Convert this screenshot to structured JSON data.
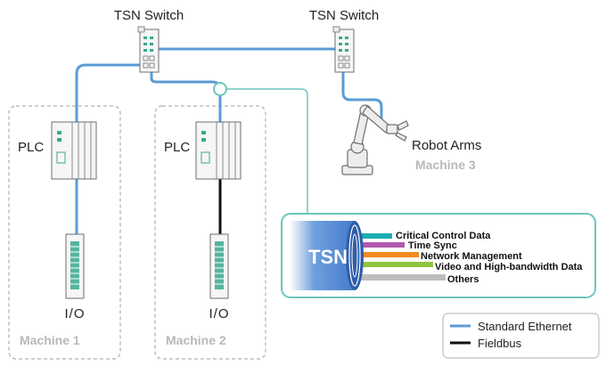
{
  "switches": [
    {
      "label": "TSN Switch"
    },
    {
      "label": "TSN Switch"
    }
  ],
  "machines": [
    {
      "label": "Machine 1",
      "controller": "PLC",
      "io": "I/O",
      "link": "Standard Ethernet"
    },
    {
      "label": "Machine 2",
      "controller": "PLC",
      "io": "I/O",
      "link": "Fieldbus"
    },
    {
      "label": "Machine 3",
      "device": "Robot Arms"
    }
  ],
  "tsn_panel": {
    "label": "TSN",
    "traffic": [
      {
        "label": "Critical Control Data",
        "color": "#1aaeb4"
      },
      {
        "label": "Time Sync",
        "color": "#b05ab0"
      },
      {
        "label": "Network Management",
        "color": "#f28a1e"
      },
      {
        "label": "Video and High-bandwidth Data",
        "color": "#8cc63f"
      },
      {
        "label": "Others",
        "color": "#bdbdbd"
      }
    ]
  },
  "legend": [
    {
      "label": "Standard Ethernet",
      "color": "#5b9bd5"
    },
    {
      "label": "Fieldbus",
      "color": "#111111"
    }
  ],
  "colors": {
    "ethernet": "#5b9bd5",
    "fieldbus": "#111111",
    "tsn_link": "#6cc6bd",
    "device_green": "#3aa88e"
  }
}
